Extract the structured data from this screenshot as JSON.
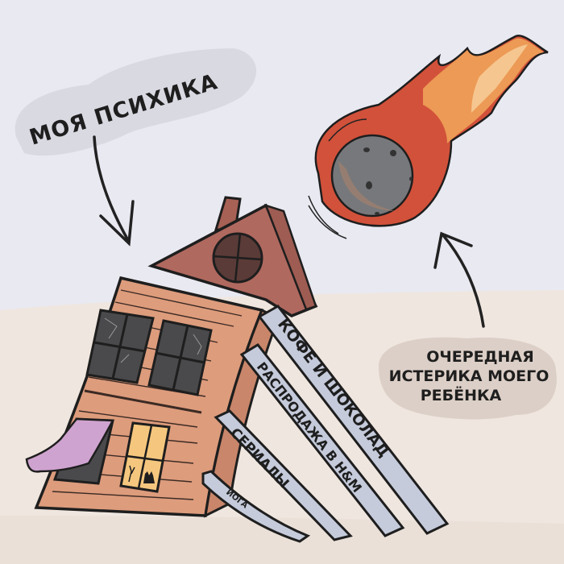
{
  "comic": {
    "caption_psyche": "МОЯ ПСИХИКА",
    "caption_tantrum": {
      "line1": "ОЧЕРЕДНАЯ",
      "line2": "ИСТЕРИКА МОЕГО",
      "line3": "РЕБЁНКА"
    },
    "supports": [
      {
        "label": "КОФЕ И ШОКОЛАД"
      },
      {
        "label": "РАСПРОДАЖА В H&M"
      },
      {
        "label": "СЕРИАЛЫ"
      },
      {
        "label": "ЙОГА"
      }
    ]
  },
  "colors": {
    "sky": "#e9e9f2",
    "ground": "#efe6df",
    "bubble_psyche": "#d9d9e2",
    "bubble_tantrum": "#dccfc7",
    "house_wall": "#dd9c7c",
    "roof": "#b0695f",
    "roof_window": "#5a3b38",
    "window_dark": "#4a4a4c",
    "window_lit": "#f5c77e",
    "curtain": "#cfa3cf",
    "plank": "#c5cbdb",
    "meteor_rock": "#77787c",
    "fire_red": "#d2513a",
    "fire_orange": "#ec9a55",
    "fire_light": "#f6c690"
  }
}
